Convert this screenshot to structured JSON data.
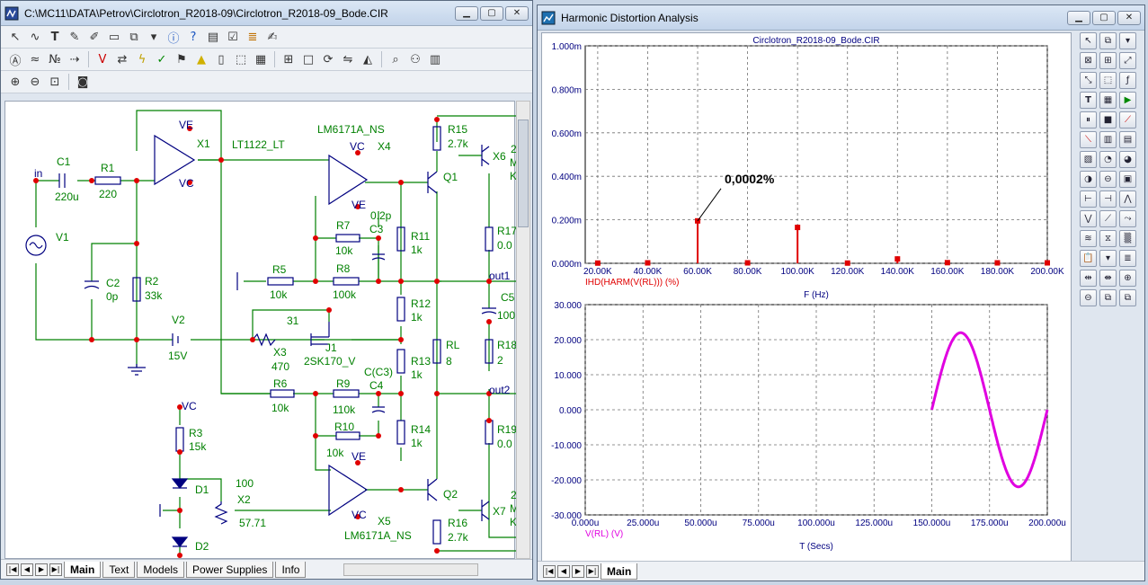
{
  "schematic_window": {
    "title": "C:\\MC11\\DATA\\Petrov\\Circlotron_R2018-09\\Circlotron_R2018-09_Bode.CIR",
    "tabs": [
      "Main",
      "Text",
      "Models",
      "Power Supplies",
      "Info"
    ],
    "active_tab": "Main"
  },
  "components": {
    "in": "in",
    "C1": "C1",
    "C1_val": "220u",
    "R1": "R1",
    "R1_val": "220",
    "V1": "V1",
    "C2": "C2",
    "C2_val": "0p",
    "R2": "R2",
    "R2_val": "33k",
    "V2": "V2",
    "V2_val": "15V",
    "X1": "X1",
    "X1_model": "LT1122_LT",
    "VE1": "VE",
    "VC1": "VC",
    "X4": "X4",
    "X4_model": "LM6171A_NS",
    "VC4": "VC",
    "VE4": "VE",
    "R7": "R7",
    "R7_val": "10k",
    "C3": "C3",
    "C3_val": "0.2p",
    "R5": "R5",
    "R5_val": "10k",
    "R8": "R8",
    "R8_val": "100k",
    "R11": "R11",
    "R11_val": "1k",
    "R12": "R12",
    "R12_val": "1k",
    "R13": "R13",
    "R13_val": "1k",
    "R14": "R14",
    "R14_val": "1k",
    "R15": "R15",
    "R15_val": "2.7k",
    "R16": "R16",
    "R16_val": "2.7k",
    "R17": "R17",
    "R17_val": "0.0",
    "R18": "R18",
    "R18_val": "2",
    "R19": "R19",
    "R19_val": "0.0",
    "C5": "C5",
    "C5_val": "100",
    "Q1": "Q1",
    "Q2": "Q2",
    "X6": "X6",
    "X7": "X7",
    "out1": "out1",
    "out2": "out2",
    "RL": "RL",
    "RL_val": "8",
    "X3": "X3",
    "X3_val": "470",
    "X3_pos": "31",
    "J1": "J1",
    "J1_model": "2SK170_V",
    "R6": "R6",
    "R6_val": "10k",
    "R9": "R9",
    "R9_val": "110k",
    "C4": "C4",
    "C4_val": "C(C3)",
    "R10": "R10",
    "R10_val": "10k",
    "X5": "X5",
    "X5_model": "LM6171A_NS",
    "VE5": "VE",
    "VC5": "VC",
    "R3": "R3",
    "R3_val": "15k",
    "VC3": "VC",
    "D1": "D1",
    "D2": "D2",
    "X2": "X2",
    "X2_val": "100",
    "X2_pos": "57.71",
    "edge2a": "2",
    "edge2b": "2",
    "edgeM1": "M",
    "edgeK1": "K",
    "edgeM2": "M",
    "edgeK2": "K"
  },
  "analysis_window": {
    "title": "Harmonic Distortion Analysis",
    "tabs": [
      "Main"
    ],
    "active_tab": "Main"
  },
  "colors": {
    "harmonic_bars": "#e00000",
    "waveform": "#e000e0",
    "grid": "#707070",
    "schematic_wire": "#008000",
    "component_label": "#000080",
    "node_dot": "#e00000"
  },
  "chart_data": [
    {
      "type": "bar",
      "title": "Circlotron_R2018-09_Bode.CIR",
      "xlabel": "F (Hz)",
      "ylabel": "IHD(HARM(V(RL))) (%)",
      "x_ticks": [
        "20.00K",
        "40.00K",
        "60.00K",
        "80.00K",
        "100.00K",
        "120.00K",
        "140.00K",
        "160.00K",
        "180.00K",
        "200.00K"
      ],
      "y_ticks": [
        "0.000m",
        "0.200m",
        "0.400m",
        "0.600m",
        "0.800m",
        "1.000m"
      ],
      "xlim": [
        15000,
        200000
      ],
      "ylim": [
        0,
        0.001
      ],
      "x": [
        20000,
        40000,
        60000,
        80000,
        100000,
        120000,
        140000,
        160000,
        180000,
        200000
      ],
      "values": [
        1e-06,
        2e-06,
        0.000195,
        2e-06,
        0.000165,
        1e-06,
        2e-05,
        3e-06,
        2e-06,
        2e-06
      ],
      "annotation": "0,0002%",
      "grid": true
    },
    {
      "type": "line",
      "xlabel": "T (Secs)",
      "ylabel": "V(RL) (V)",
      "x_ticks": [
        "0.000u",
        "25.000u",
        "50.000u",
        "75.000u",
        "100.000u",
        "125.000u",
        "150.000u",
        "175.000u",
        "200.000u"
      ],
      "y_ticks": [
        "-30.000",
        "-20.000",
        "-10.000",
        "0.000",
        "10.000",
        "20.000",
        "30.000"
      ],
      "xlim": [
        0,
        0.0002
      ],
      "ylim": [
        -30,
        30
      ],
      "series": [
        {
          "name": "V(RL) (V)",
          "amplitude": 22,
          "frequency": 20000,
          "t_start": 0.00015,
          "t_end": 0.0002
        }
      ],
      "grid": true
    }
  ]
}
